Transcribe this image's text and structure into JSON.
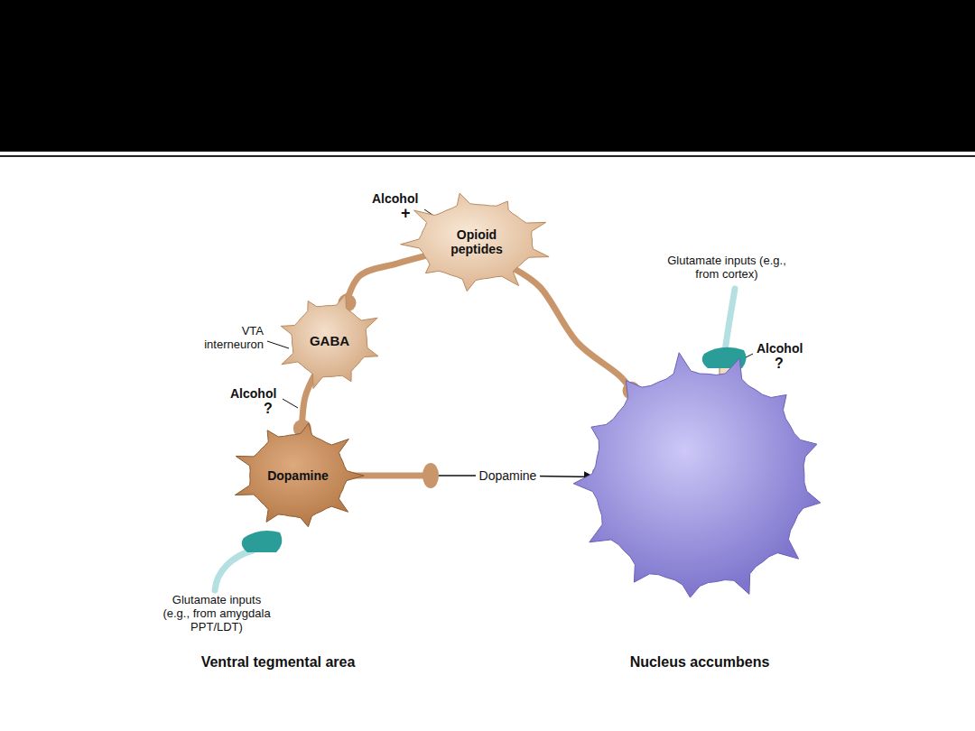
{
  "diagram": {
    "nodes": [
      {
        "text": [
          "Opioid peptides"
        ]
      },
      {
        "text": [
          "GABA"
        ]
      },
      {
        "text": [
          "Dopamine"
        ]
      },
      {
        "text": [
          "Nucleus accumbens"
        ]
      }
    ],
    "edges": [
      {
        "from": 0,
        "to": 1,
        "arrow": "none"
      },
      {
        "from": 0,
        "to": 3,
        "arrow": "none"
      },
      {
        "from": 1,
        "to": 2,
        "arrow": "none"
      },
      {
        "from": 2,
        "to": 3,
        "label": "Dopamine",
        "arrow": "to"
      }
    ],
    "labels": [
      "Alcohol",
      "+",
      "Glutamate inputs (e.g., from cortex)",
      "VTA interneuron",
      "Alcohol",
      "?",
      "Alcohol",
      "?",
      "Glutamate inputs (e.g., from amygdala PPT/LDT)",
      "Ventral tegmental area"
    ]
  }
}
